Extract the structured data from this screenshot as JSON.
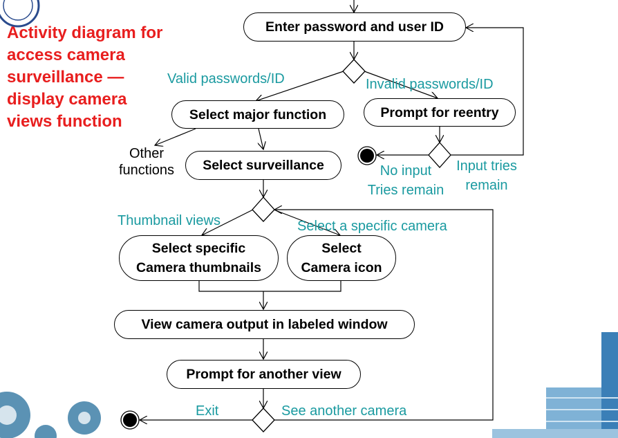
{
  "title_lines": [
    "Activity diagram for",
    "access camera",
    "surveillance —",
    "display camera",
    "views function"
  ],
  "nodes": {
    "enter": "Enter password and user ID",
    "major": "Select major function",
    "reentry": "Prompt for reentry",
    "surveillance": "Select surveillance",
    "thumbs_1": "Select specific",
    "thumbs_2": "Camera thumbnails",
    "icon_1": "Select",
    "icon_2": "Camera icon",
    "view": "View camera output in labeled window",
    "another": "Prompt for another view"
  },
  "labels": {
    "valid": "Valid passwords/ID",
    "invalid": "Invalid passwords/ID",
    "other_1": "Other",
    "other_2": "functions",
    "no_input": "No input",
    "tries_remain": "Tries remain",
    "input_tries_1": "Input tries",
    "input_tries_2": "remain",
    "thumbnail_views": "Thumbnail views",
    "specific_camera": "Select a specific camera",
    "exit": "Exit",
    "see_another": "See another camera"
  },
  "colors": {
    "title": "#e81e1e",
    "guard_label": "#1a9aa0",
    "line": "#000000"
  }
}
